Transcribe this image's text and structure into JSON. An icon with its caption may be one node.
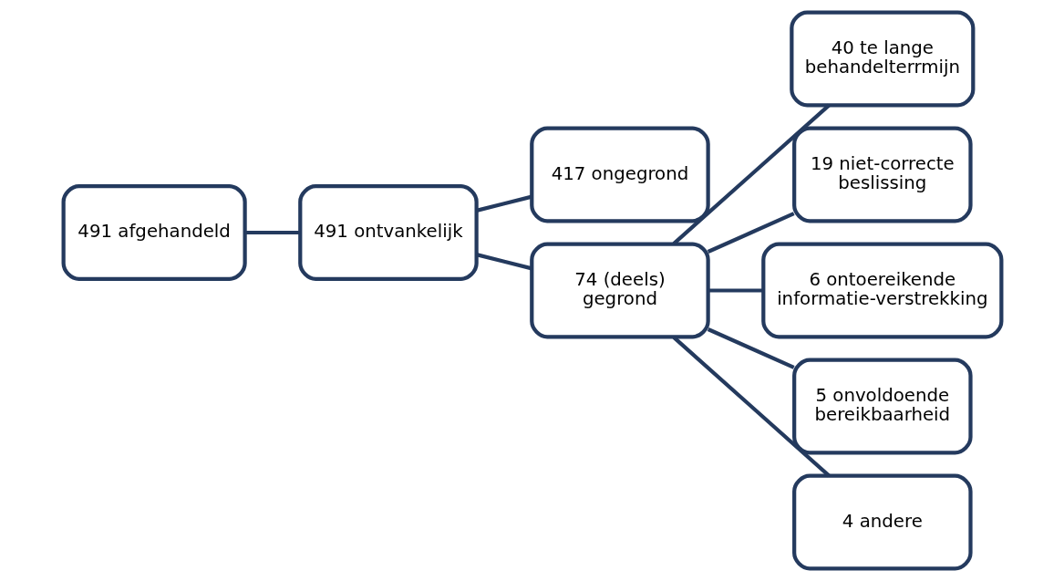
{
  "diagram": {
    "nodes": [
      {
        "text": [
          "491 afgehandeld"
        ]
      },
      {
        "text": [
          "491 ontvankelijk"
        ]
      },
      {
        "text": [
          "417 ongegrond"
        ]
      },
      {
        "text": [
          "74 (deels) gegrond"
        ]
      },
      {
        "text": [
          "40 te lange behandelterrmijn"
        ]
      },
      {
        "text": [
          "19 niet-correcte beslissing"
        ]
      },
      {
        "text": [
          "6 ontoereikende informatie-verstrekking"
        ]
      },
      {
        "text": [
          "5 onvoldoende bereikbaarheid"
        ]
      },
      {
        "text": [
          "4 andere"
        ]
      }
    ],
    "edges": [
      {
        "from": 0,
        "to": 1,
        "arrow": "none"
      },
      {
        "from": 1,
        "to": 2,
        "arrow": "none"
      },
      {
        "from": 1,
        "to": 3,
        "arrow": "none"
      },
      {
        "from": 3,
        "to": 4,
        "arrow": "none"
      },
      {
        "from": 3,
        "to": 5,
        "arrow": "none"
      },
      {
        "from": 3,
        "to": 6,
        "arrow": "none"
      },
      {
        "from": 3,
        "to": 7,
        "arrow": "none"
      },
      {
        "from": 3,
        "to": 8,
        "arrow": "none"
      }
    ]
  }
}
